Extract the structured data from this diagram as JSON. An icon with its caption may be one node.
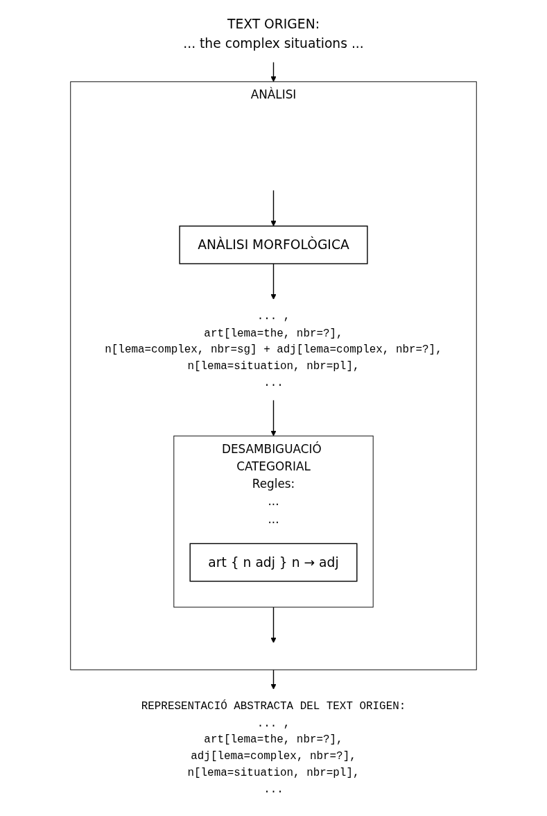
{
  "diagram": {
    "nodes": [
      {
        "text": [
          "TEXT ORIGEN:",
          "... the complex situations ..."
        ]
      },
      {
        "text": [
          "ANÀLISI"
        ]
      },
      {
        "text": [
          "ANÀLISI MORFOLÒGICA"
        ],
        "in": 1
      },
      {
        "text": [
          "... ,",
          "art[lema=the, nbr=?],",
          "n[lema=complex, nbr=sg] + adj[lema=complex, nbr=?],",
          "n[lema=situation, nbr=pl],",
          "..."
        ],
        "in": 1
      },
      {
        "text": [
          "DESAMBIGUACIÓ CATEGORIAL",
          "Regles:",
          "...",
          "..."
        ],
        "in": 1
      },
      {
        "text": [
          "art { n adj } n → adj"
        ],
        "in": 4
      },
      {
        "text": [
          "REPRESENTACIÓ ABSTRACTA DEL TEXT ORIGEN:",
          "... ,",
          "art[lema=the, nbr=?],",
          "adj[lema=complex, nbr=?],",
          "n[lema=situation, nbr=pl],",
          "..."
        ]
      }
    ],
    "edges": [
      {
        "from": 0,
        "to": 1,
        "arrow": "to"
      },
      {
        "from": null,
        "to": 2,
        "arrow": "to"
      },
      {
        "from": 2,
        "to": 3,
        "arrow": "to"
      },
      {
        "from": 3,
        "to": 4,
        "arrow": "to"
      },
      {
        "from": 4,
        "to": null,
        "arrow": "to"
      },
      {
        "from": 1,
        "to": 6,
        "arrow": "to"
      }
    ]
  }
}
